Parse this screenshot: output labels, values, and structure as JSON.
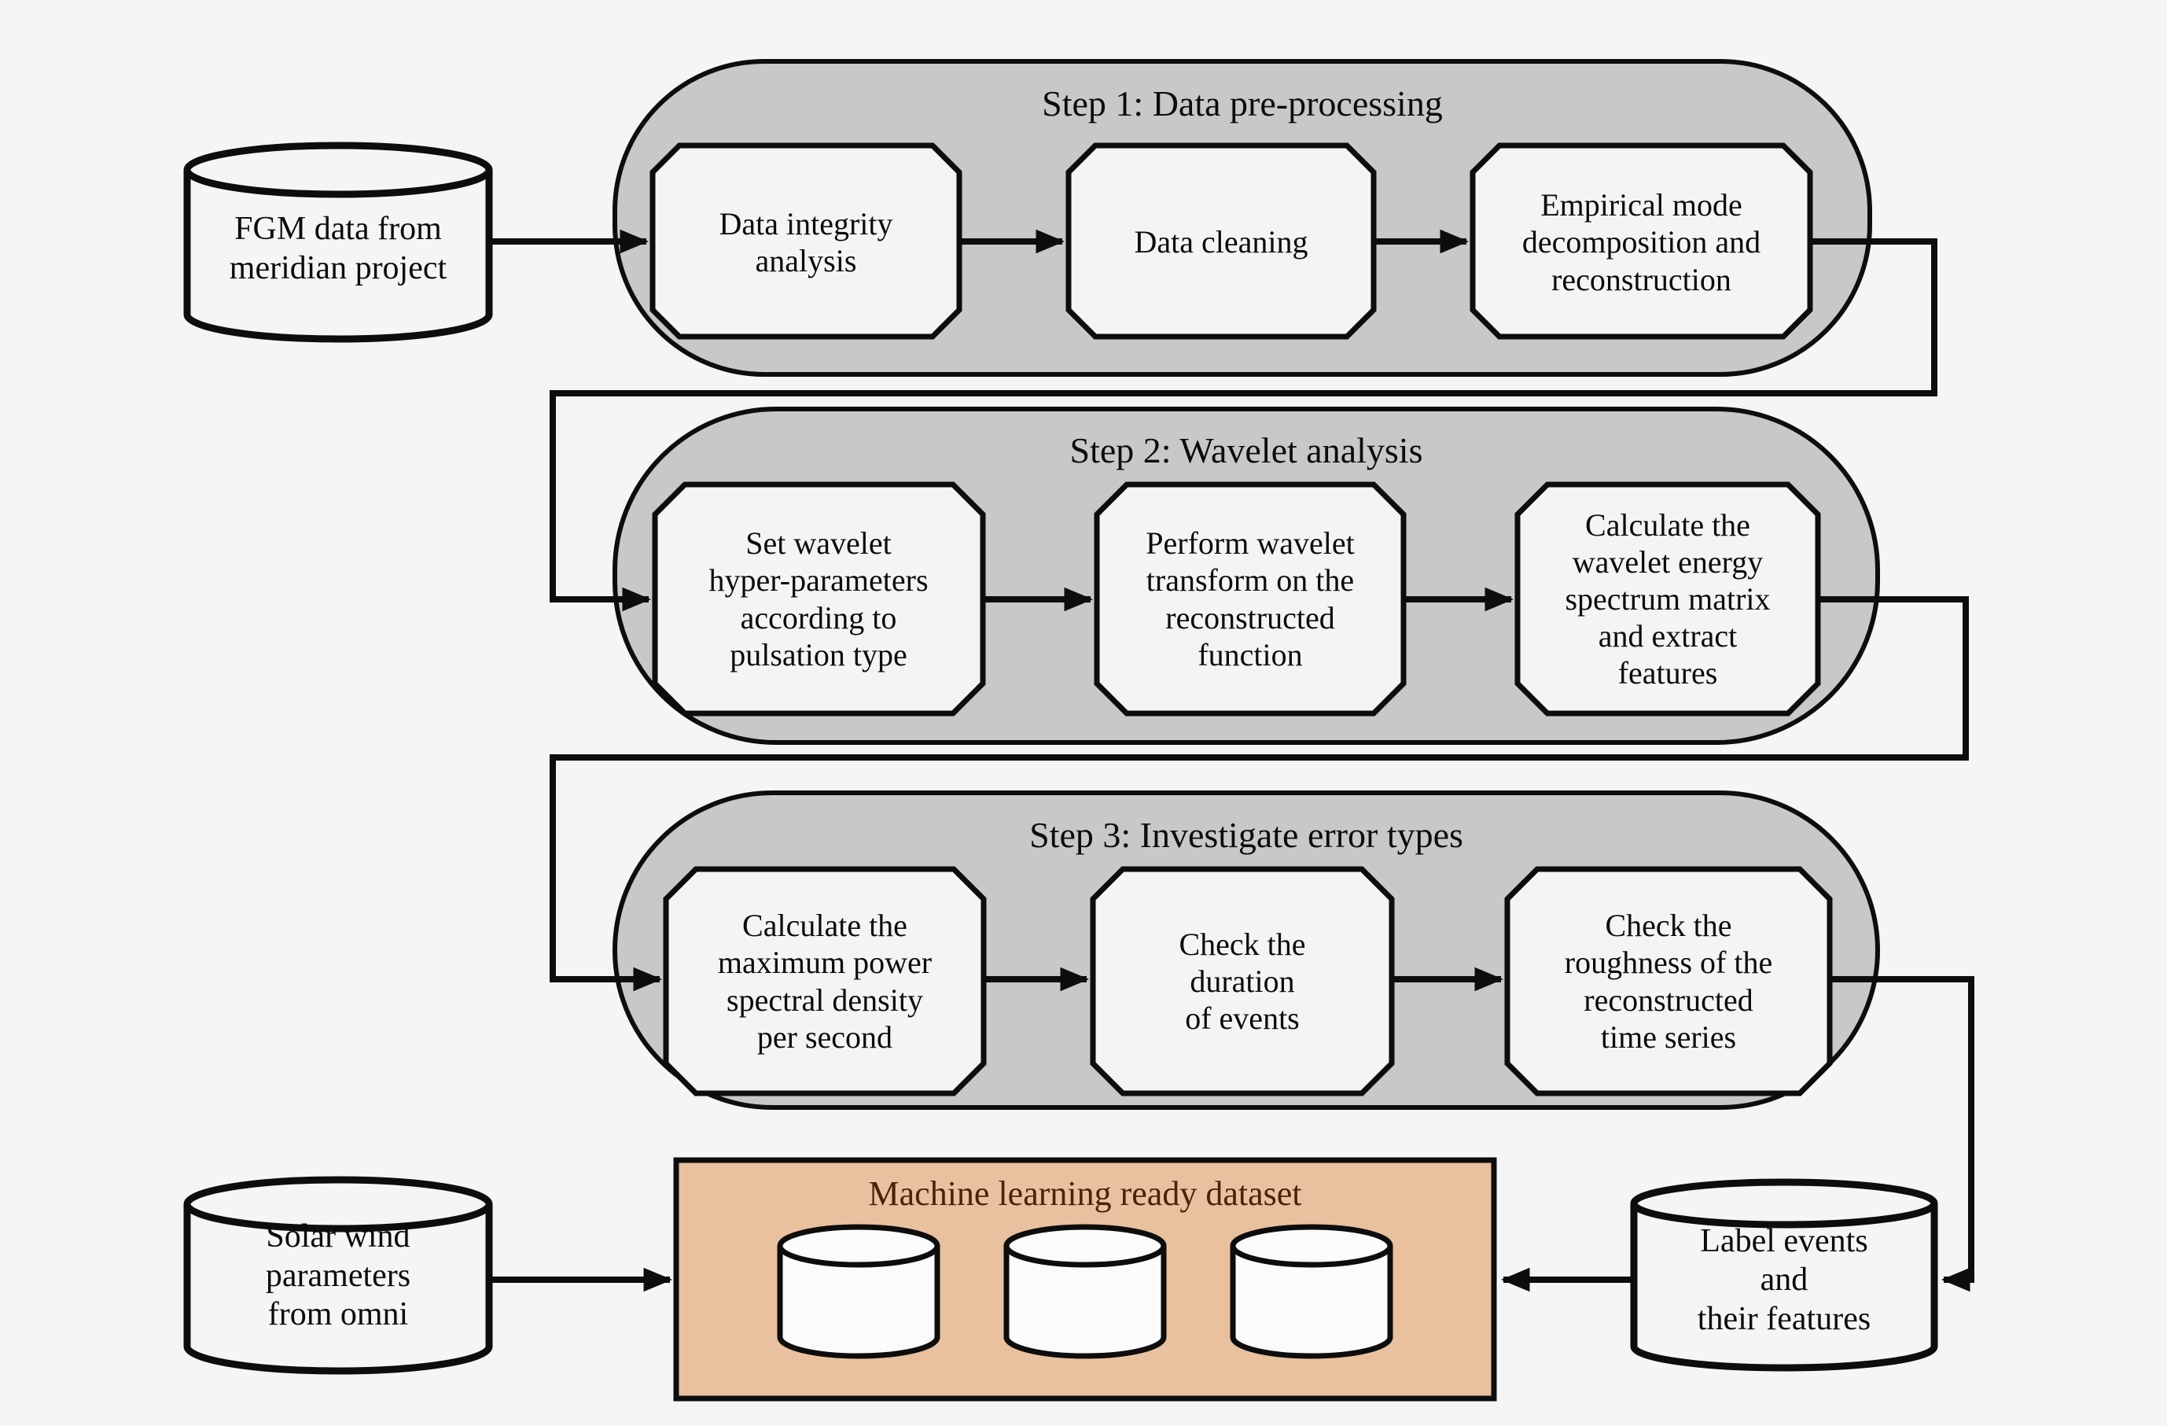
{
  "flowchart": {
    "inputs": {
      "fgm": {
        "label": "FGM data from\nmeridian project"
      },
      "solar_wind": {
        "label": "Solar wind\nparameters\nfrom omni"
      }
    },
    "steps": [
      {
        "title": "Step 1: Data pre-processing",
        "nodes": [
          {
            "label": "Data integrity\nanalysis"
          },
          {
            "label": "Data cleaning"
          },
          {
            "label": "Empirical mode\ndecomposition and\nreconstruction"
          }
        ]
      },
      {
        "title": "Step 2: Wavelet analysis",
        "nodes": [
          {
            "label": "Set wavelet\nhyper-parameters\naccording to\npulsation type"
          },
          {
            "label": "Perform wavelet\ntransform on the\nreconstructed\nfunction"
          },
          {
            "label": "Calculate the\nwavelet energy\nspectrum matrix\nand extract\nfeatures"
          }
        ]
      },
      {
        "title": "Step 3: Investigate error types",
        "nodes": [
          {
            "label": "Calculate the\nmaximum power\nspectral density\nper second"
          },
          {
            "label": "Check the\nduration\nof events"
          },
          {
            "label": "Check the\nroughness of the\nreconstructed\ntime series"
          }
        ]
      }
    ],
    "outputs": {
      "label_events": {
        "label": "Label events\nand\ntheir features"
      },
      "dataset": {
        "title": "Machine learning ready dataset",
        "cylinder_count": 3
      }
    },
    "colors": {
      "background": "#f5f5f5",
      "container_fill": "#c8c8c8",
      "node_fill": "#f4f4f4",
      "outline": "#0d0d0d",
      "dataset_fill": "#e9c19e",
      "dataset_title": "#4c2208"
    }
  }
}
